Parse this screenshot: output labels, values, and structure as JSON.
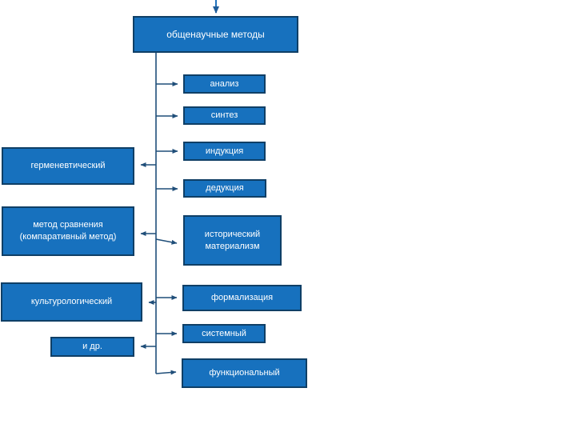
{
  "diagram_title": "общенаучные методы",
  "nodes": {
    "root": "общенаучные методы",
    "analysis": "анализ",
    "synthesis": "синтез",
    "induction": "индукция",
    "deduction": "дедукция",
    "hermeneutic": "герменевтический",
    "comparative": "метод сравнения (компаративный метод)",
    "historical_materialism": "исторический материализм",
    "culturological": "культурологический",
    "formalization": "формализация",
    "systemic": "системный",
    "etc": "и др.",
    "functional": "функциональный"
  },
  "colors": {
    "box_fill": "#1771BE",
    "box_border": "#0F3F66",
    "connector": "#1F4E79",
    "top_arrow": "#2273BC",
    "text": "#FFFFFF",
    "background": "#FFFFFF"
  }
}
